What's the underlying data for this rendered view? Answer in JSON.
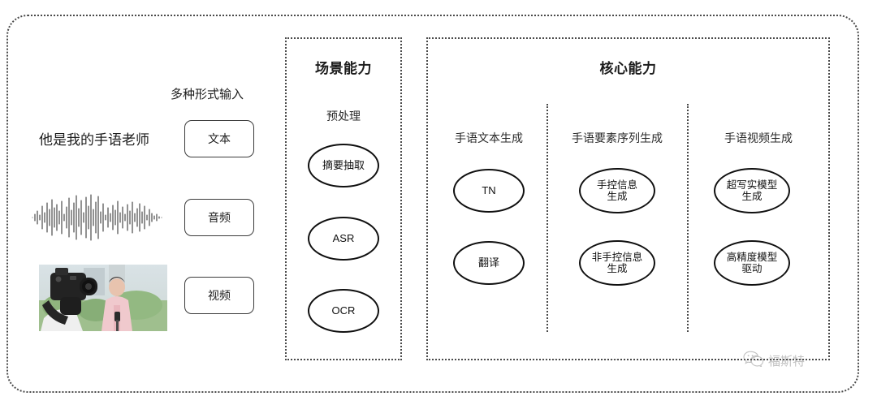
{
  "input_section": {
    "heading": "多种形式输入",
    "sample_text": "他是我的手语老师",
    "buttons": [
      {
        "label": "文本",
        "name": "text"
      },
      {
        "label": "音频",
        "name": "audio"
      },
      {
        "label": "视频",
        "name": "video"
      }
    ],
    "waveform_icon": "audio-waveform-icon",
    "video_icon": "video-thumbnail-camera-reporter"
  },
  "scene_section": {
    "title": "场景能力",
    "column_label": "预处理",
    "nodes": [
      {
        "label": "摘要抽取"
      },
      {
        "label": "ASR"
      },
      {
        "label": "OCR"
      }
    ]
  },
  "core_section": {
    "title": "核心能力",
    "columns": [
      {
        "label": "手语文本生成",
        "nodes": [
          {
            "label": "TN"
          },
          {
            "label": "翻译"
          }
        ]
      },
      {
        "label": "手语要素序列生成",
        "nodes": [
          {
            "label": "手控信息\n生成"
          },
          {
            "label": "非手控信息\n生成"
          }
        ]
      },
      {
        "label": "手语视频生成",
        "nodes": [
          {
            "label": "超写实模型\n生成"
          },
          {
            "label": "高精度模型\n驱动"
          }
        ]
      }
    ]
  },
  "watermark": {
    "icon": "wechat-icon",
    "text": "福斯特"
  },
  "colors": {
    "frame": "#4a4a4a",
    "node_stroke": "#101010",
    "text": "#1c1c1c",
    "watermark": "#6d6d6d"
  }
}
